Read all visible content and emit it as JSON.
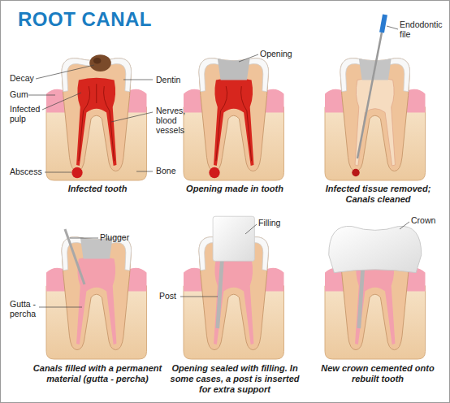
{
  "diagram": {
    "title": "ROOT CANAL",
    "labels": [
      "Decay",
      "Gum",
      "Infected pulp",
      "Abscess",
      "Dentin",
      "Nerves, blood vessels",
      "Bone",
      "Infected tooth",
      "Opening",
      "Opening made in tooth",
      "Endodontic file",
      "Infected tissue removed; Canals cleaned",
      "Plugger",
      "Gutta - percha",
      "Canals filled with a permanent material (gutta - percha)",
      "Filling",
      "Post",
      "Opening sealed with filling. In some cases, a post is inserted for extra support",
      "Crown",
      "New crown cemented onto rebuilt tooth"
    ]
  }
}
